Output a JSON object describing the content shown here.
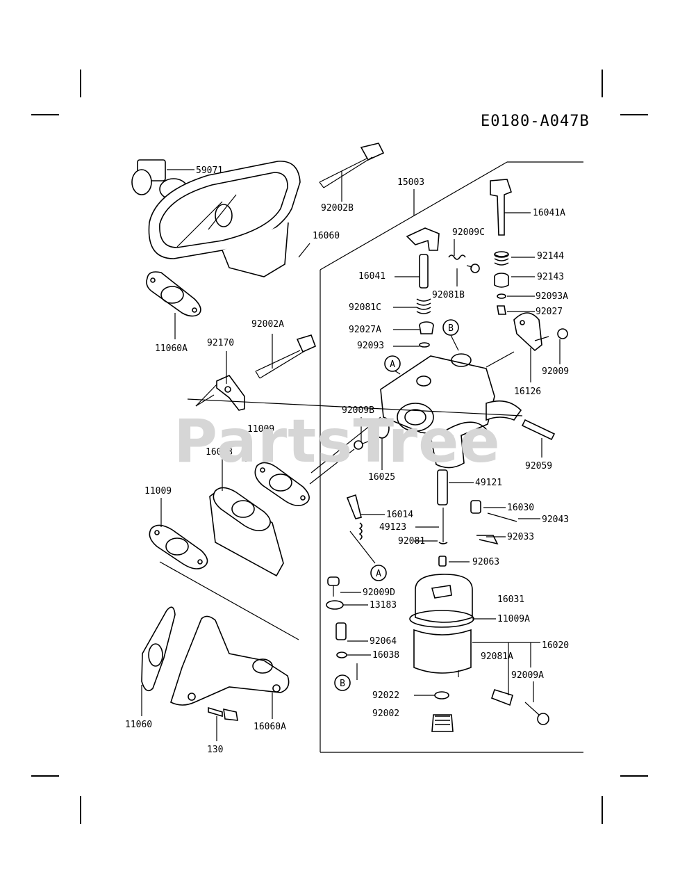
{
  "document": {
    "code": "E0180-A047B",
    "watermark": "PartsTree"
  },
  "callouts": {
    "A": "A",
    "B": "B"
  },
  "parts": [
    {
      "id": "59071",
      "label": "59071"
    },
    {
      "id": "92002B",
      "label": "92002B"
    },
    {
      "id": "16060",
      "label": "16060"
    },
    {
      "id": "11060A",
      "label": "11060A"
    },
    {
      "id": "92002A",
      "label": "92002A"
    },
    {
      "id": "92170",
      "label": "92170"
    },
    {
      "id": "11009a",
      "label": "11009"
    },
    {
      "id": "16073",
      "label": "16073"
    },
    {
      "id": "11009b",
      "label": "11009"
    },
    {
      "id": "11060",
      "label": "11060"
    },
    {
      "id": "130",
      "label": "130"
    },
    {
      "id": "16060A",
      "label": "16060A"
    },
    {
      "id": "15003",
      "label": "15003"
    },
    {
      "id": "16041A",
      "label": "16041A"
    },
    {
      "id": "92009C",
      "label": "92009C"
    },
    {
      "id": "92144",
      "label": "92144"
    },
    {
      "id": "92143",
      "label": "92143"
    },
    {
      "id": "16041",
      "label": "16041"
    },
    {
      "id": "92081B",
      "label": "92081B"
    },
    {
      "id": "92093A",
      "label": "92093A"
    },
    {
      "id": "92081C",
      "label": "92081C"
    },
    {
      "id": "92027",
      "label": "92027"
    },
    {
      "id": "92027A",
      "label": "92027A"
    },
    {
      "id": "92093",
      "label": "92093"
    },
    {
      "id": "92009",
      "label": "92009"
    },
    {
      "id": "16126",
      "label": "16126"
    },
    {
      "id": "92009B",
      "label": "92009B"
    },
    {
      "id": "16025",
      "label": "16025"
    },
    {
      "id": "92059",
      "label": "92059"
    },
    {
      "id": "49121",
      "label": "49121"
    },
    {
      "id": "16014",
      "label": "16014"
    },
    {
      "id": "16030",
      "label": "16030"
    },
    {
      "id": "49123",
      "label": "49123"
    },
    {
      "id": "92043",
      "label": "92043"
    },
    {
      "id": "92081",
      "label": "92081"
    },
    {
      "id": "92033",
      "label": "92033"
    },
    {
      "id": "92063",
      "label": "92063"
    },
    {
      "id": "92009D",
      "label": "92009D"
    },
    {
      "id": "16031",
      "label": "16031"
    },
    {
      "id": "13183",
      "label": "13183"
    },
    {
      "id": "11009A",
      "label": "11009A"
    },
    {
      "id": "92064",
      "label": "92064"
    },
    {
      "id": "16020",
      "label": "16020"
    },
    {
      "id": "16038",
      "label": "16038"
    },
    {
      "id": "92081A",
      "label": "92081A"
    },
    {
      "id": "92009A",
      "label": "92009A"
    },
    {
      "id": "92022",
      "label": "92022"
    },
    {
      "id": "92002",
      "label": "92002"
    }
  ]
}
